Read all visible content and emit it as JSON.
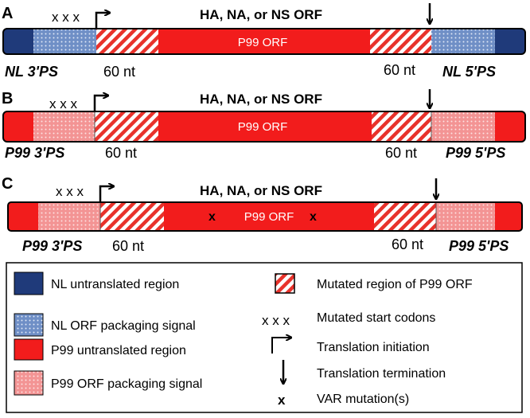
{
  "panels": [
    {
      "letter": "A",
      "xxx": "x x x",
      "title": "HA, NA, or NS ORF",
      "orf_label": "P99 ORF",
      "left_ps": "NL 3'PS",
      "right_ps": "NL 5'PS",
      "left_nt": "60 nt",
      "right_nt": "60 nt"
    },
    {
      "letter": "B",
      "xxx": "x x x",
      "title": "HA, NA, or NS ORF",
      "orf_label": "P99 ORF",
      "left_ps": "P99 3'PS",
      "right_ps": "P99 5'PS",
      "left_nt": "60 nt",
      "right_nt": "60 nt"
    },
    {
      "letter": "C",
      "xxx": "x x x",
      "title": "HA, NA, or NS ORF",
      "orf_label": "P99 ORF",
      "var_mark": "x",
      "left_ps": "P99 3'PS",
      "right_ps": "P99 5'PS",
      "left_nt": "60 nt",
      "right_nt": "60 nt"
    }
  ],
  "legend": {
    "nl_utr": "NL untranslated region",
    "nl_ps": "NL ORF packaging signal",
    "p99_utr": "P99 untranslated region",
    "p99_ps": "P99 ORF packaging signal",
    "mutated": "Mutated region of P99 ORF",
    "start_codons_symbol": "x x x",
    "start_codons": "Mutated start codons",
    "initiation": "Translation initiation",
    "termination": "Translation termination",
    "var_symbol": "x",
    "var": "VAR mutation(s)"
  },
  "colors": {
    "nl_utr": "#1f3a7a",
    "nl_ps": "#6f8fc6",
    "p99_utr": "#f21c1c",
    "p99_ps": "#f39494",
    "hatch": "#e8322b"
  }
}
